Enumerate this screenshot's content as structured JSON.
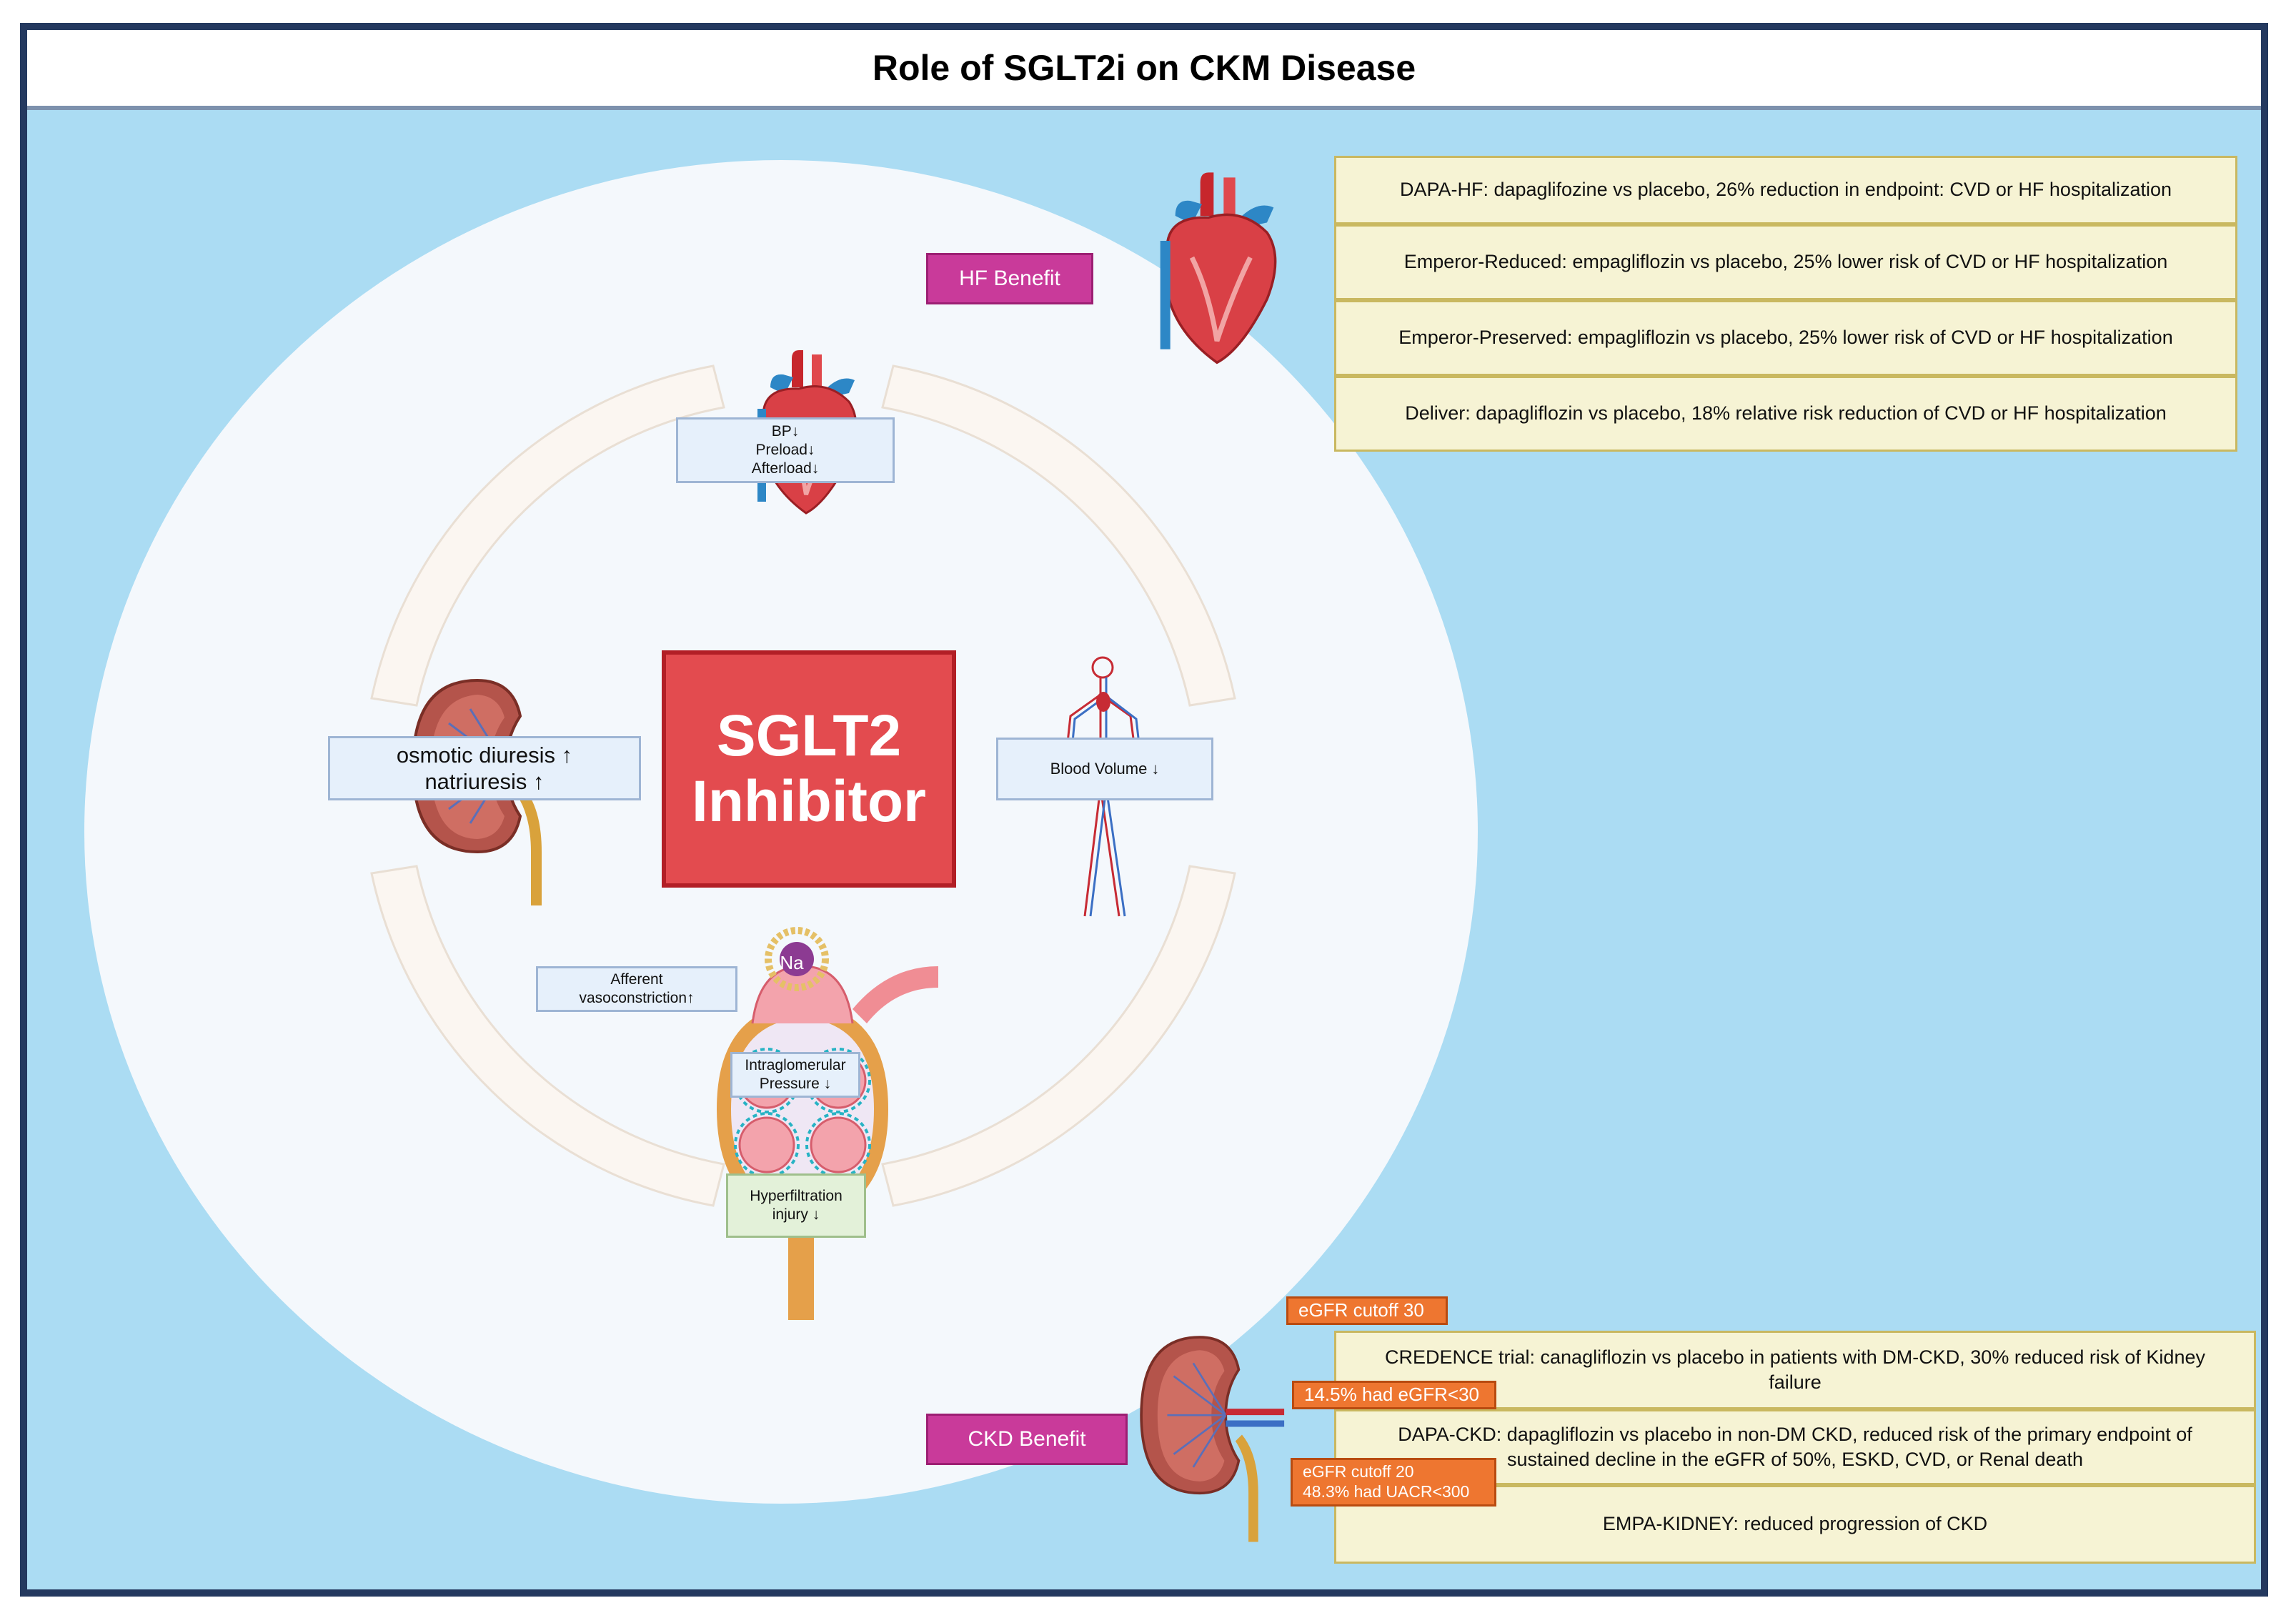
{
  "title": "Role of SGLT2i on CKM Disease",
  "center": {
    "label": "SGLT2\nInhibitor"
  },
  "effects": {
    "heart": "BP↓\nPreload↓\nAfterload↓",
    "kidney": "osmotic diuresis ↑\nnatriuresis ↑",
    "vessels": "Blood Volume ↓",
    "afferent": "Afferent\nvasoconstriction↑",
    "intraglomerular": "Intraglomerular\nPressure ↓",
    "hyperfiltration": "Hyperfiltration\ninjury ↓",
    "sodium": "Na"
  },
  "hf": {
    "label": "HF Benefit",
    "trials": [
      "DAPA-HF: dapaglifozine vs placebo, 26% reduction in endpoint: CVD or HF hospitalization",
      "Emperor-Reduced: empagliflozin vs placebo, 25% lower risk of CVD or HF hospitalization",
      "Emperor-Preserved: empagliflozin vs placebo, 25% lower risk of CVD or HF hospitalization",
      "Deliver: dapagliflozin vs placebo, 18% relative risk reduction of CVD or HF hospitalization"
    ]
  },
  "ckd": {
    "label": "CKD Benefit",
    "trials": [
      "CREDENCE trial: canagliflozin vs placebo in patients with DM-CKD, 30% reduced risk of Kidney failure",
      "DAPA-CKD: dapagliflozin vs placebo in non-DM CKD,  reduced risk of the primary endpoint of  sustained decline in the eGFR of 50%, ESKD, CVD, or Renal death",
      "EMPA-KIDNEY: reduced progression of CKD"
    ],
    "tags": [
      "eGFR cutoff 30",
      "14.5% had eGFR<30",
      "eGFR cutoff 20\n48.3% had UACR<300"
    ]
  },
  "colors": {
    "background": "#abdcf3",
    "frame": "#24395f",
    "sglt_box": "#e34b4f",
    "benefit_label": "#c93a9a",
    "trial_box": "#f6f3d4",
    "tag": "#ee7630"
  },
  "icons": [
    "heart-icon",
    "kidney-icon",
    "blood-vessels-icon",
    "glomerulus-icon"
  ]
}
